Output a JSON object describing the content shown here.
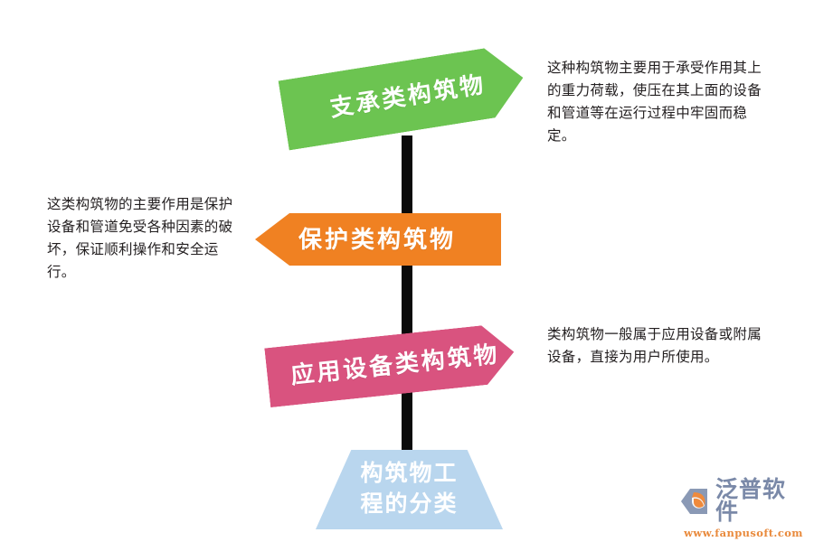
{
  "diagram": {
    "title": "构筑物工程的分类",
    "colors": {
      "green": "#6cc451",
      "orange": "#f08122",
      "pink": "#d9537f",
      "base_blue": "#b9d6ee",
      "pole": "#0b0b0b",
      "note_text": "#231f20",
      "logo_word": "#7a89a8",
      "logo_url": "#e98a3c",
      "logo_mark": "#8a99b5",
      "logo_swoosh": "#ef8a3c"
    },
    "base": {
      "line1": "构筑物工",
      "line2": "程的分类"
    },
    "signs": [
      {
        "id": "support",
        "label": "支承类构筑物",
        "color": "#6cc451",
        "direction": "right",
        "note": "这种构筑物主要用于承受作用其上的重力荷载，使压在其上面的设备和管道等在运行过程中牢固而稳定。"
      },
      {
        "id": "protection",
        "label": "保护类构筑物",
        "color": "#f08122",
        "direction": "left",
        "note": "这类构筑物的主要作用是保护设备和管道免受各种因素的破坏，保证顺利操作和安全运行。"
      },
      {
        "id": "equipment",
        "label": "应用设备类构筑物",
        "color": "#d9537f",
        "direction": "right",
        "note": "类构筑物一般属于应用设备或附属设备，直接为用户所使用。"
      }
    ]
  },
  "logo": {
    "name": "泛普软件",
    "url": "www.fanpusoft.com",
    "mark_icon": "fanpu-hexagon-swoosh-icon"
  }
}
